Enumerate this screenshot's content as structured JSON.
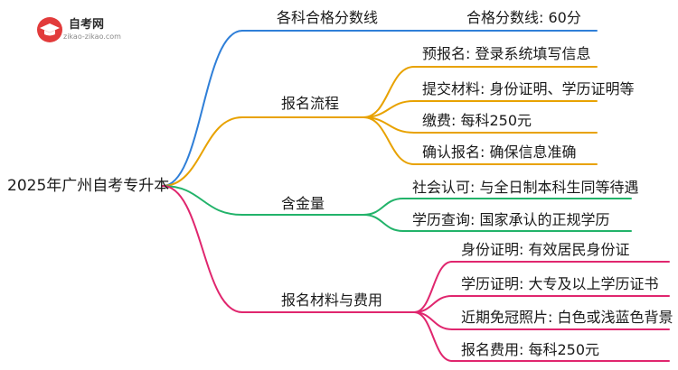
{
  "logo": {
    "name": "自考网",
    "url": "zikao-zikao.com",
    "icon": "graduation-cap-icon"
  },
  "root": "2025年广州自考专升本",
  "branches": [
    {
      "label": "各科合格分数线",
      "color": "#2f7fd8",
      "children": [
        "合格分数线: 60分"
      ]
    },
    {
      "label": "报名流程",
      "color": "#e8a200",
      "children": [
        "预报名: 登录系统填写信息",
        "提交材料: 身份证明、学历证明等",
        "缴费: 每科250元",
        "确认报名: 确保信息准确"
      ]
    },
    {
      "label": "含金量",
      "color": "#22b36a",
      "children": [
        "社会认可: 与全日制本科生同等待遇",
        "学历查询: 国家承认的正规学历"
      ]
    },
    {
      "label": "报名材料与费用",
      "color": "#e0266e",
      "children": [
        "身份证明: 有效居民身份证",
        "学历证明: 大专及以上学历证书",
        "近期免冠照片: 白色或浅蓝色背景",
        "报名费用: 每科250元"
      ]
    }
  ]
}
